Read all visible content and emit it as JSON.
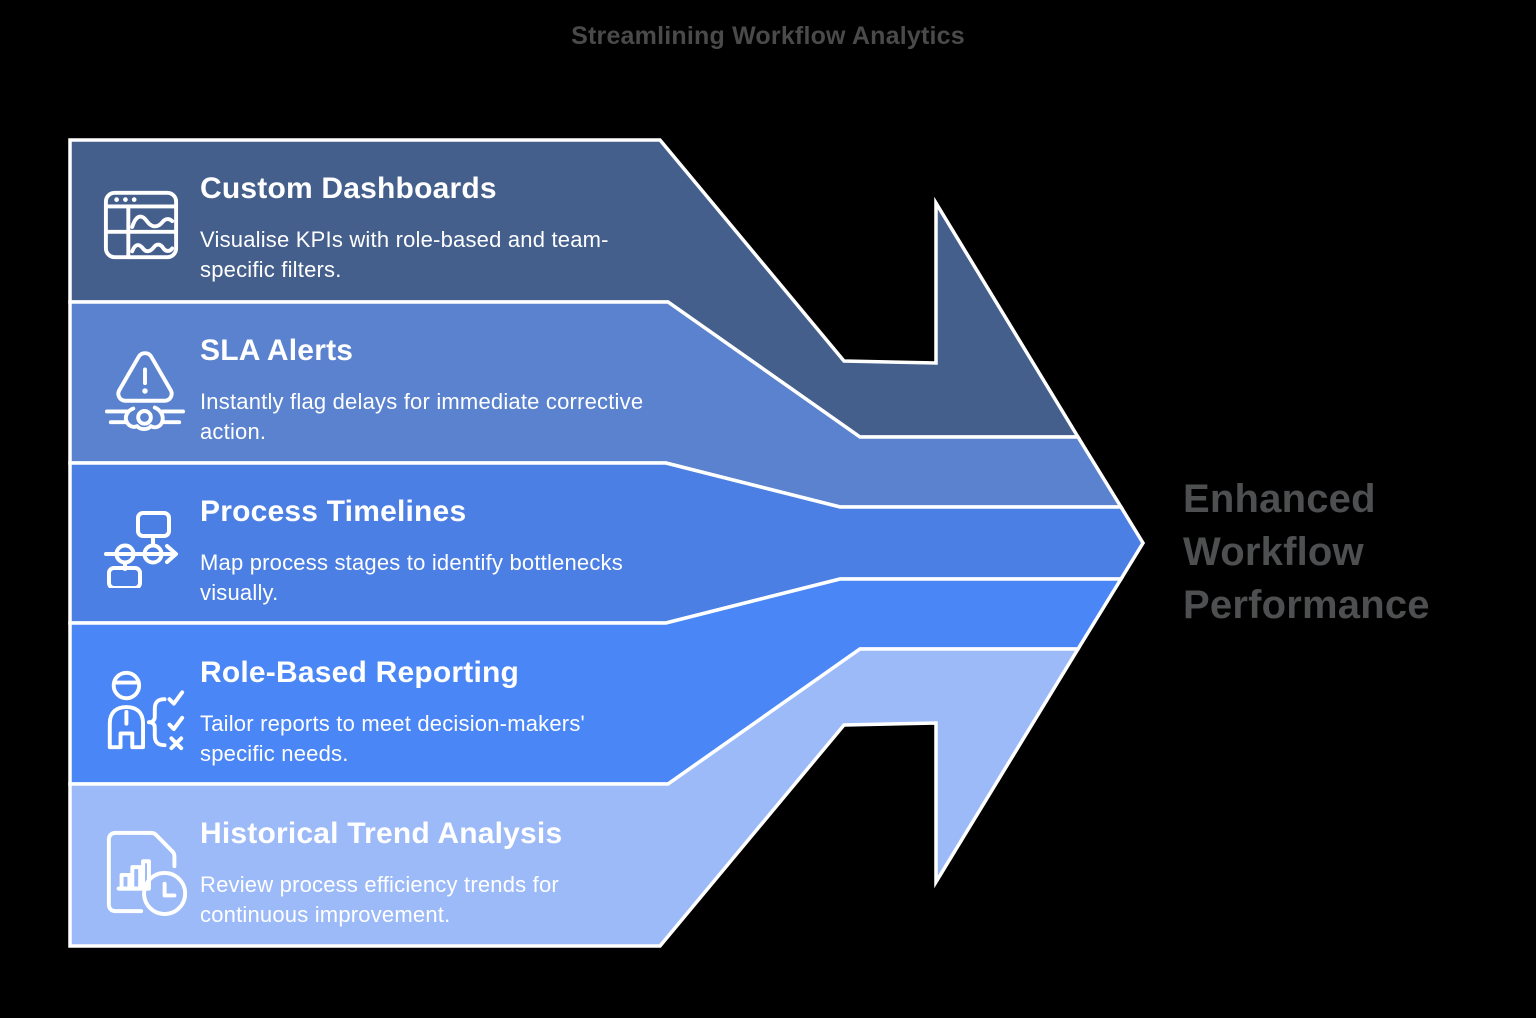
{
  "title": "Streamlining Workflow Analytics",
  "outcome": {
    "lines": [
      "Enhanced",
      "Workflow",
      "Performance"
    ],
    "color": "#4E4F51"
  },
  "colors": {
    "background": "#000000",
    "border": "#FFFFFF",
    "band_text": "#FFFFFF",
    "title_text": "#4A4A4B"
  },
  "bands": [
    {
      "label": "Custom Dashboards",
      "desc_lines": [
        "Visualise KPIs with role-based and team-",
        "specific filters."
      ],
      "color": "#455F8D",
      "icon": "dashboard-icon"
    },
    {
      "label": "SLA Alerts",
      "desc_lines": [
        "Instantly flag delays for immediate corrective",
        "action."
      ],
      "color": "#5A82CE",
      "icon": "warning-alert-icon"
    },
    {
      "label": "Process Timelines",
      "desc_lines": [
        "Map process stages to identify bottlenecks",
        "visually."
      ],
      "color": "#4B7FE3",
      "icon": "flowchart-icon"
    },
    {
      "label": "Role-Based Reporting",
      "desc_lines": [
        "Tailor reports to meet decision-makers'",
        "specific needs."
      ],
      "color": "#4A86F6",
      "icon": "person-checklist-icon"
    },
    {
      "label": "Historical Trend Analysis",
      "desc_lines": [
        "Review process efficiency trends for",
        "continuous improvement."
      ],
      "color": "#9CBAF8",
      "icon": "document-clock-icon"
    }
  ]
}
